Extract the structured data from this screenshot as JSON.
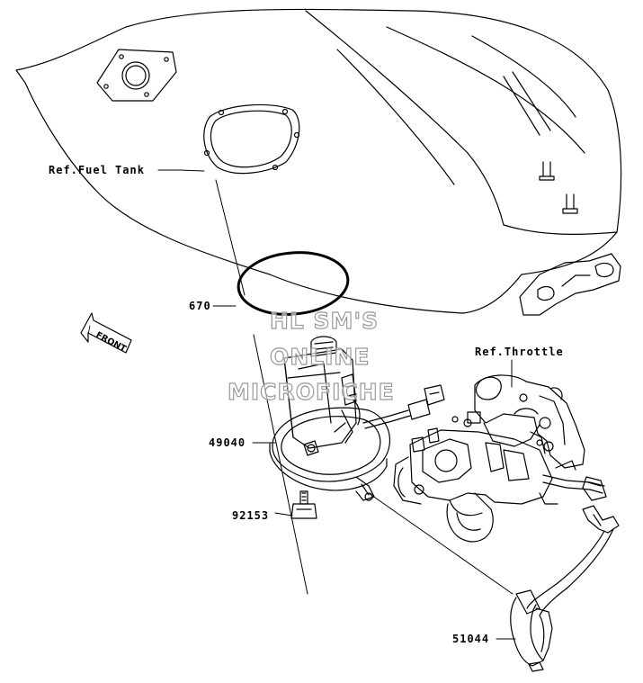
{
  "callouts": {
    "fuel_tank": "Ref.Fuel Tank",
    "throttle": "Ref.Throttle",
    "p670": "670",
    "p49040": "49040",
    "p92153": "92153",
    "p51044": "51044"
  },
  "front_arrow": "FRONT",
  "watermark": {
    "line1": "HL SM'S",
    "line2": "ONLINE",
    "line3": "MICROFICHE"
  },
  "colors": {
    "line": "#000000",
    "watermark_outline": "#9a9a9a"
  }
}
